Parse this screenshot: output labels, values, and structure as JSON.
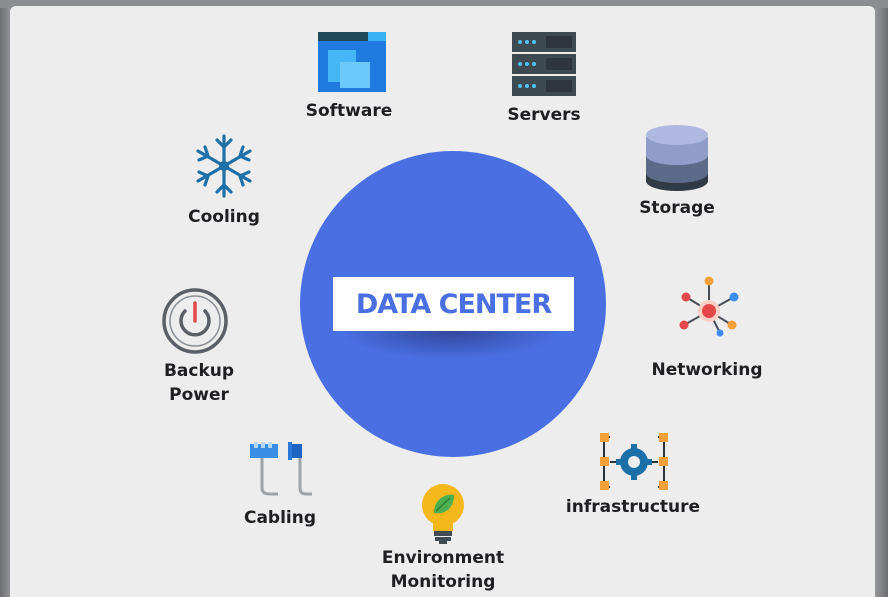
{
  "hub": {
    "label": "DATA CENTER"
  },
  "nodes": {
    "software": "Software",
    "servers": "Servers",
    "storage": "Storage",
    "networking": "Networking",
    "infrastructure": "infrastructure",
    "environment_monitoring": "Environment\nMonitoring",
    "cabling": "Cabling",
    "backup_power": "Backup\nPower",
    "cooling": "Cooling"
  },
  "colors": {
    "hub": "#4a6fe3",
    "panel": "#ededee",
    "text": "#1f1f22",
    "icon_blue": "#1f7be0",
    "icon_teal": "#1d6fa8",
    "icon_orange": "#f2a03a",
    "icon_red": "#e54848",
    "server_dark": "#3e4a52"
  },
  "icons": {
    "software": "window-icon",
    "servers": "server-rack-icon",
    "storage": "database-icon",
    "networking": "network-hub-icon",
    "infrastructure": "gear-bracket-icon",
    "environment_monitoring": "eco-bulb-icon",
    "cabling": "ethernet-cable-icon",
    "backup_power": "power-button-icon",
    "cooling": "snowflake-icon"
  }
}
